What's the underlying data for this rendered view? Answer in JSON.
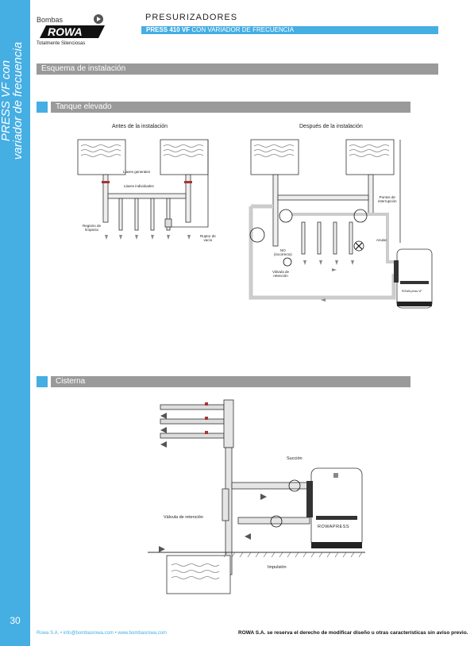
{
  "sidebar": {
    "text_line1": "PRESS VF con",
    "text_line2": "variador de frecuencia",
    "page_number": "30"
  },
  "header": {
    "brand_small": "Bombas",
    "brand_name": "ROWA",
    "brand_tagline": "Totalmente Silenciosas",
    "title": "PRESURIZADORES",
    "subtitle_bold": "PRESS 410 VF",
    "subtitle_rest": " CON VARIADOR DE FRECUENCIA"
  },
  "sections": {
    "installation": "Esquema de instalación",
    "elevated_tank": "Tanque elevado",
    "cistern": "Cisterna"
  },
  "diagram_tank": {
    "before_caption": "Antes de la instalación",
    "after_caption": "Después de la instalación",
    "llaves_generales": "Llaves generales",
    "llaves_individuales": "Llaves individuales",
    "registro_1": "Registro de",
    "registro_2": "limpieza",
    "ruptor_1": "Ruptor de",
    "ruptor_2": "vacío",
    "puntos_1": "Puntos de",
    "puntos_2": "interrupción",
    "anular": "Anular",
    "no_1": "NO",
    "no_2": "(incorrecto)",
    "valvula_1": "Válvula de",
    "valvula_2": "retención",
    "pump_brand": "ROWA press VF"
  },
  "diagram_cistern": {
    "succion": "Succión",
    "valvula_retencion": "Válvula de retención",
    "impulsion": "Impulsión",
    "pump_brand": "ROWAPRESS"
  },
  "footer": {
    "left": "Rowa S.A.  •  info@bombasrowa.com  •  www.bombasrowa.com",
    "right": "ROWA S.A. se reserva el derecho de modificar diseño u otras características sin aviso previo."
  }
}
